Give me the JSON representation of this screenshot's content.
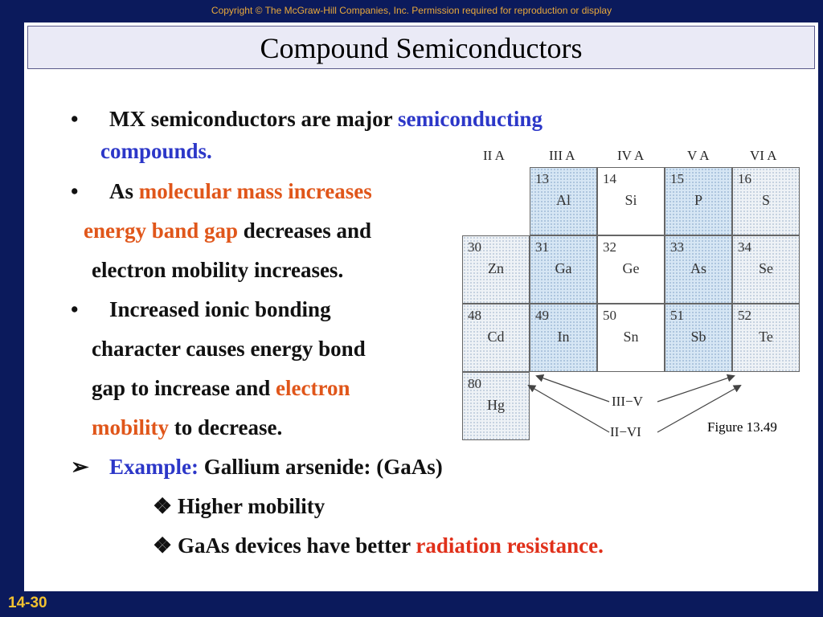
{
  "copyright": "Copyright © The McGraw-Hill Companies, Inc. Permission required for reproduction or display",
  "title": "Compound Semiconductors",
  "bullets": {
    "b1_bullet": "•",
    "b1_text": "MX semiconductors are major ",
    "b1_highlight": "semiconducting",
    "b1_line2": "compounds.",
    "b2_bullet": "•",
    "b2_text": "As ",
    "b2_highlight": "molecular mass increases",
    "b2_line2_highlight": "energy band gap",
    "b2_line2_text": " decreases and",
    "b2_line3": "electron mobility increases.",
    "b3_bullet": "•",
    "b3_line1": "Increased ionic bonding",
    "b3_line2": "character causes energy  bond",
    "b3_line3_text": "gap to increase and ",
    "b3_line3_highlight": "electron",
    "b3_line4_highlight": "mobility",
    "b3_line4_text": " to decrease.",
    "ex_bullet": "➢",
    "ex_label": "Example:",
    "ex_text": " Gallium arsenide: (GaAs)",
    "sub1_bullet": "❖",
    "sub1_text": " Higher mobility",
    "sub2_bullet": "❖",
    "sub2_text": " GaAs devices have better ",
    "sub2_highlight": "radiation resistance."
  },
  "table": {
    "groups": [
      "II A",
      "III A",
      "IV A",
      "V A",
      "VI A"
    ],
    "cells": [
      {
        "num": "13",
        "sym": "Al"
      },
      {
        "num": "14",
        "sym": "Si"
      },
      {
        "num": "15",
        "sym": "P"
      },
      {
        "num": "16",
        "sym": "S"
      },
      {
        "num": "30",
        "sym": "Zn"
      },
      {
        "num": "31",
        "sym": "Ga"
      },
      {
        "num": "32",
        "sym": "Ge"
      },
      {
        "num": "33",
        "sym": "As"
      },
      {
        "num": "34",
        "sym": "Se"
      },
      {
        "num": "48",
        "sym": "Cd"
      },
      {
        "num": "49",
        "sym": "In"
      },
      {
        "num": "50",
        "sym": "Sn"
      },
      {
        "num": "51",
        "sym": "Sb"
      },
      {
        "num": "52",
        "sym": "Te"
      },
      {
        "num": "80",
        "sym": "Hg"
      }
    ],
    "label_35": "III−V",
    "label_26": "II−VI"
  },
  "figure_label": "Figure 13.49",
  "page_number": "14-30"
}
